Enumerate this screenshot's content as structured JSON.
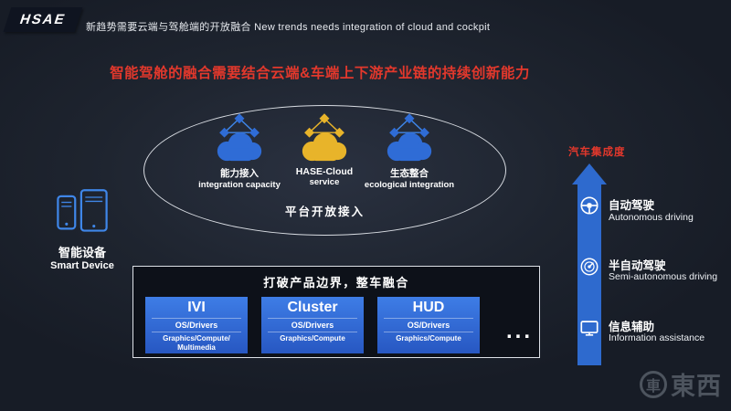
{
  "colors": {
    "background": "#1e242f",
    "accent_red": "#e2382c",
    "primary_blue": "#2f6cd6",
    "arrow_blue": "#2e6ace",
    "cloud_yellow": "#e8b42a",
    "watermark_gray": "#4d545e"
  },
  "header": {
    "logo_text": "HSAE",
    "subtitle": "新趋势需要云端与驾舱端的开放融合 New trends needs integration of cloud and cockpit"
  },
  "title": "智能驾舱的融合需要结合云端&车端上下游产业链的持续创新能力",
  "platform": {
    "clouds": [
      {
        "icon": "cloud-network-icon",
        "color": "blue",
        "label_cn": "能力接入",
        "label_en": "integration capacity"
      },
      {
        "icon": "cloud-network-icon",
        "color": "yellow",
        "label_cn": "HASE-Cloud",
        "label_en": "service"
      },
      {
        "icon": "cloud-network-icon",
        "color": "blue",
        "label_cn": "生态整合",
        "label_en": "ecological integration"
      }
    ],
    "caption": "平台开放接入"
  },
  "smart_device": {
    "icons": [
      "smartphone-icon",
      "tablet-icon"
    ],
    "label_cn": "智能设备",
    "label_en": "Smart Device"
  },
  "fusion_box": {
    "title": "打破产品边界，整车融合",
    "modules": [
      {
        "name": "IVI",
        "os": "OS/Drivers",
        "stack1": "Graphics/Compute/",
        "stack2": "Multimedia"
      },
      {
        "name": "Cluster",
        "os": "OS/Drivers",
        "stack1": "Graphics/Compute",
        "stack2": ""
      },
      {
        "name": "HUD",
        "os": "OS/Drivers",
        "stack1": "Graphics/Compute",
        "stack2": ""
      }
    ],
    "more": "..."
  },
  "integration_axis": {
    "title": "汽车集成度",
    "levels": [
      {
        "icon": "steering-wheel-icon",
        "label_cn": "自动驾驶",
        "label_en": "Autonomous driving"
      },
      {
        "icon": "gauge-icon",
        "label_cn": "半自动驾驶",
        "label_en": "Semi-autonomous driving"
      },
      {
        "icon": "monitor-icon",
        "label_cn": "信息辅助",
        "label_en": "Information assistance"
      }
    ]
  },
  "watermark": {
    "circle_char": "車",
    "text": "東西"
  }
}
